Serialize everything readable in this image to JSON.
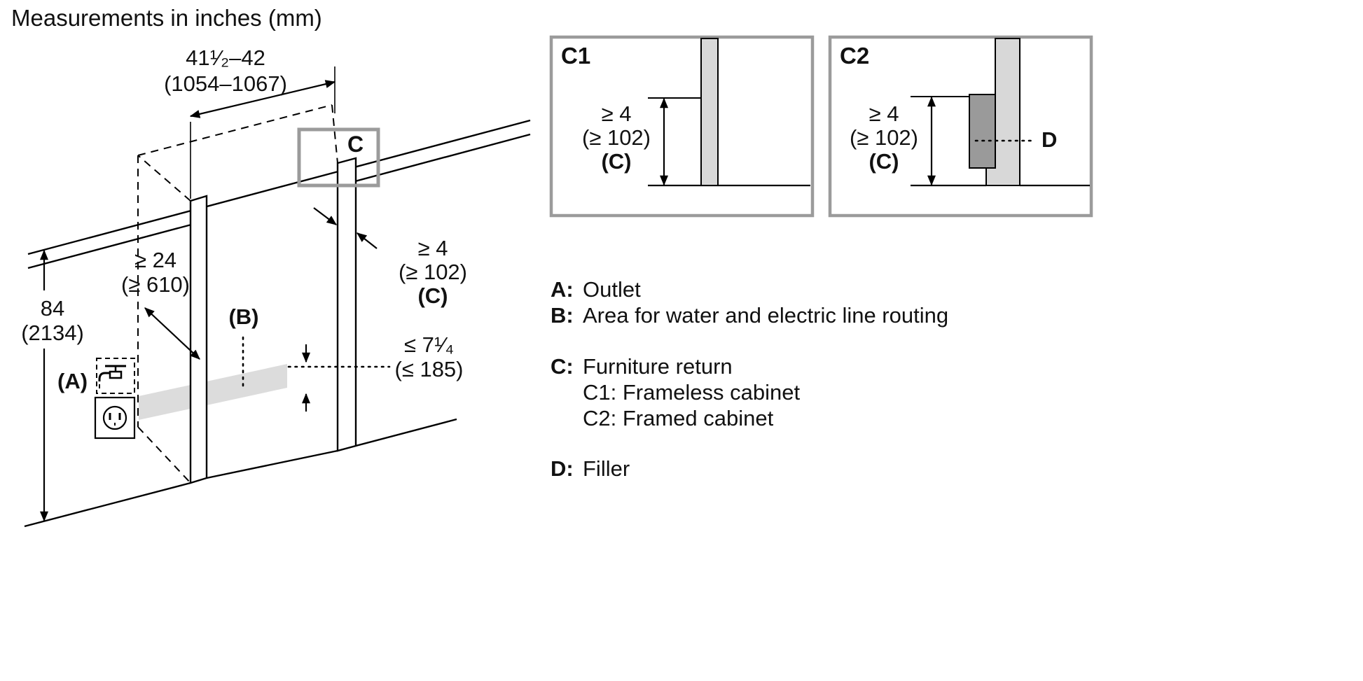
{
  "title": "Measurements in inches (mm)",
  "colors": {
    "line": "#000000",
    "detail_box_border": "#9b9b9b",
    "highlight_square": "#9b9b9b",
    "cabinet_panel_fill": "#d8d8d8",
    "filler_fill": "#9a9a9a",
    "routing_band_fill": "#dcdcdc"
  },
  "icons": {
    "faucet": "faucet-icon",
    "outlet": "outlet-icon"
  },
  "main": {
    "width_dim": {
      "in": "41¹⁄₂–42",
      "mm": "(1054–1067)"
    },
    "height_dim": {
      "in": "84",
      "mm": "(2134)"
    },
    "depth_dim": {
      "in": "≥ 24",
      "mm": "(≥ 610)"
    },
    "return_dim": {
      "in": "≥ 4",
      "mm": "(≥ 102)",
      "ref": "(C)"
    },
    "routing_dim": {
      "in": "≤ 7¹⁄₄",
      "mm": "(≤ 185)"
    },
    "label_a": "(A)",
    "label_b": "(B)",
    "label_c": "C"
  },
  "detail_c1": {
    "title": "C1",
    "dim": {
      "in": "≥ 4",
      "mm": "(≥ 102)",
      "ref": "(C)"
    }
  },
  "detail_c2": {
    "title": "C2",
    "dim": {
      "in": "≥ 4",
      "mm": "(≥ 102)",
      "ref": "(C)"
    },
    "filler": "D"
  },
  "legend": {
    "items": [
      {
        "key": "A:",
        "text": "Outlet"
      },
      {
        "key": "B:",
        "text": "Area for water and electric line routing"
      },
      {
        "key": "C:",
        "text": "Furniture return"
      },
      {
        "key": "",
        "text": "C1: Frameless cabinet"
      },
      {
        "key": "",
        "text": "C2: Framed cabinet"
      },
      {
        "key": "D:",
        "text": "Filler"
      }
    ]
  }
}
